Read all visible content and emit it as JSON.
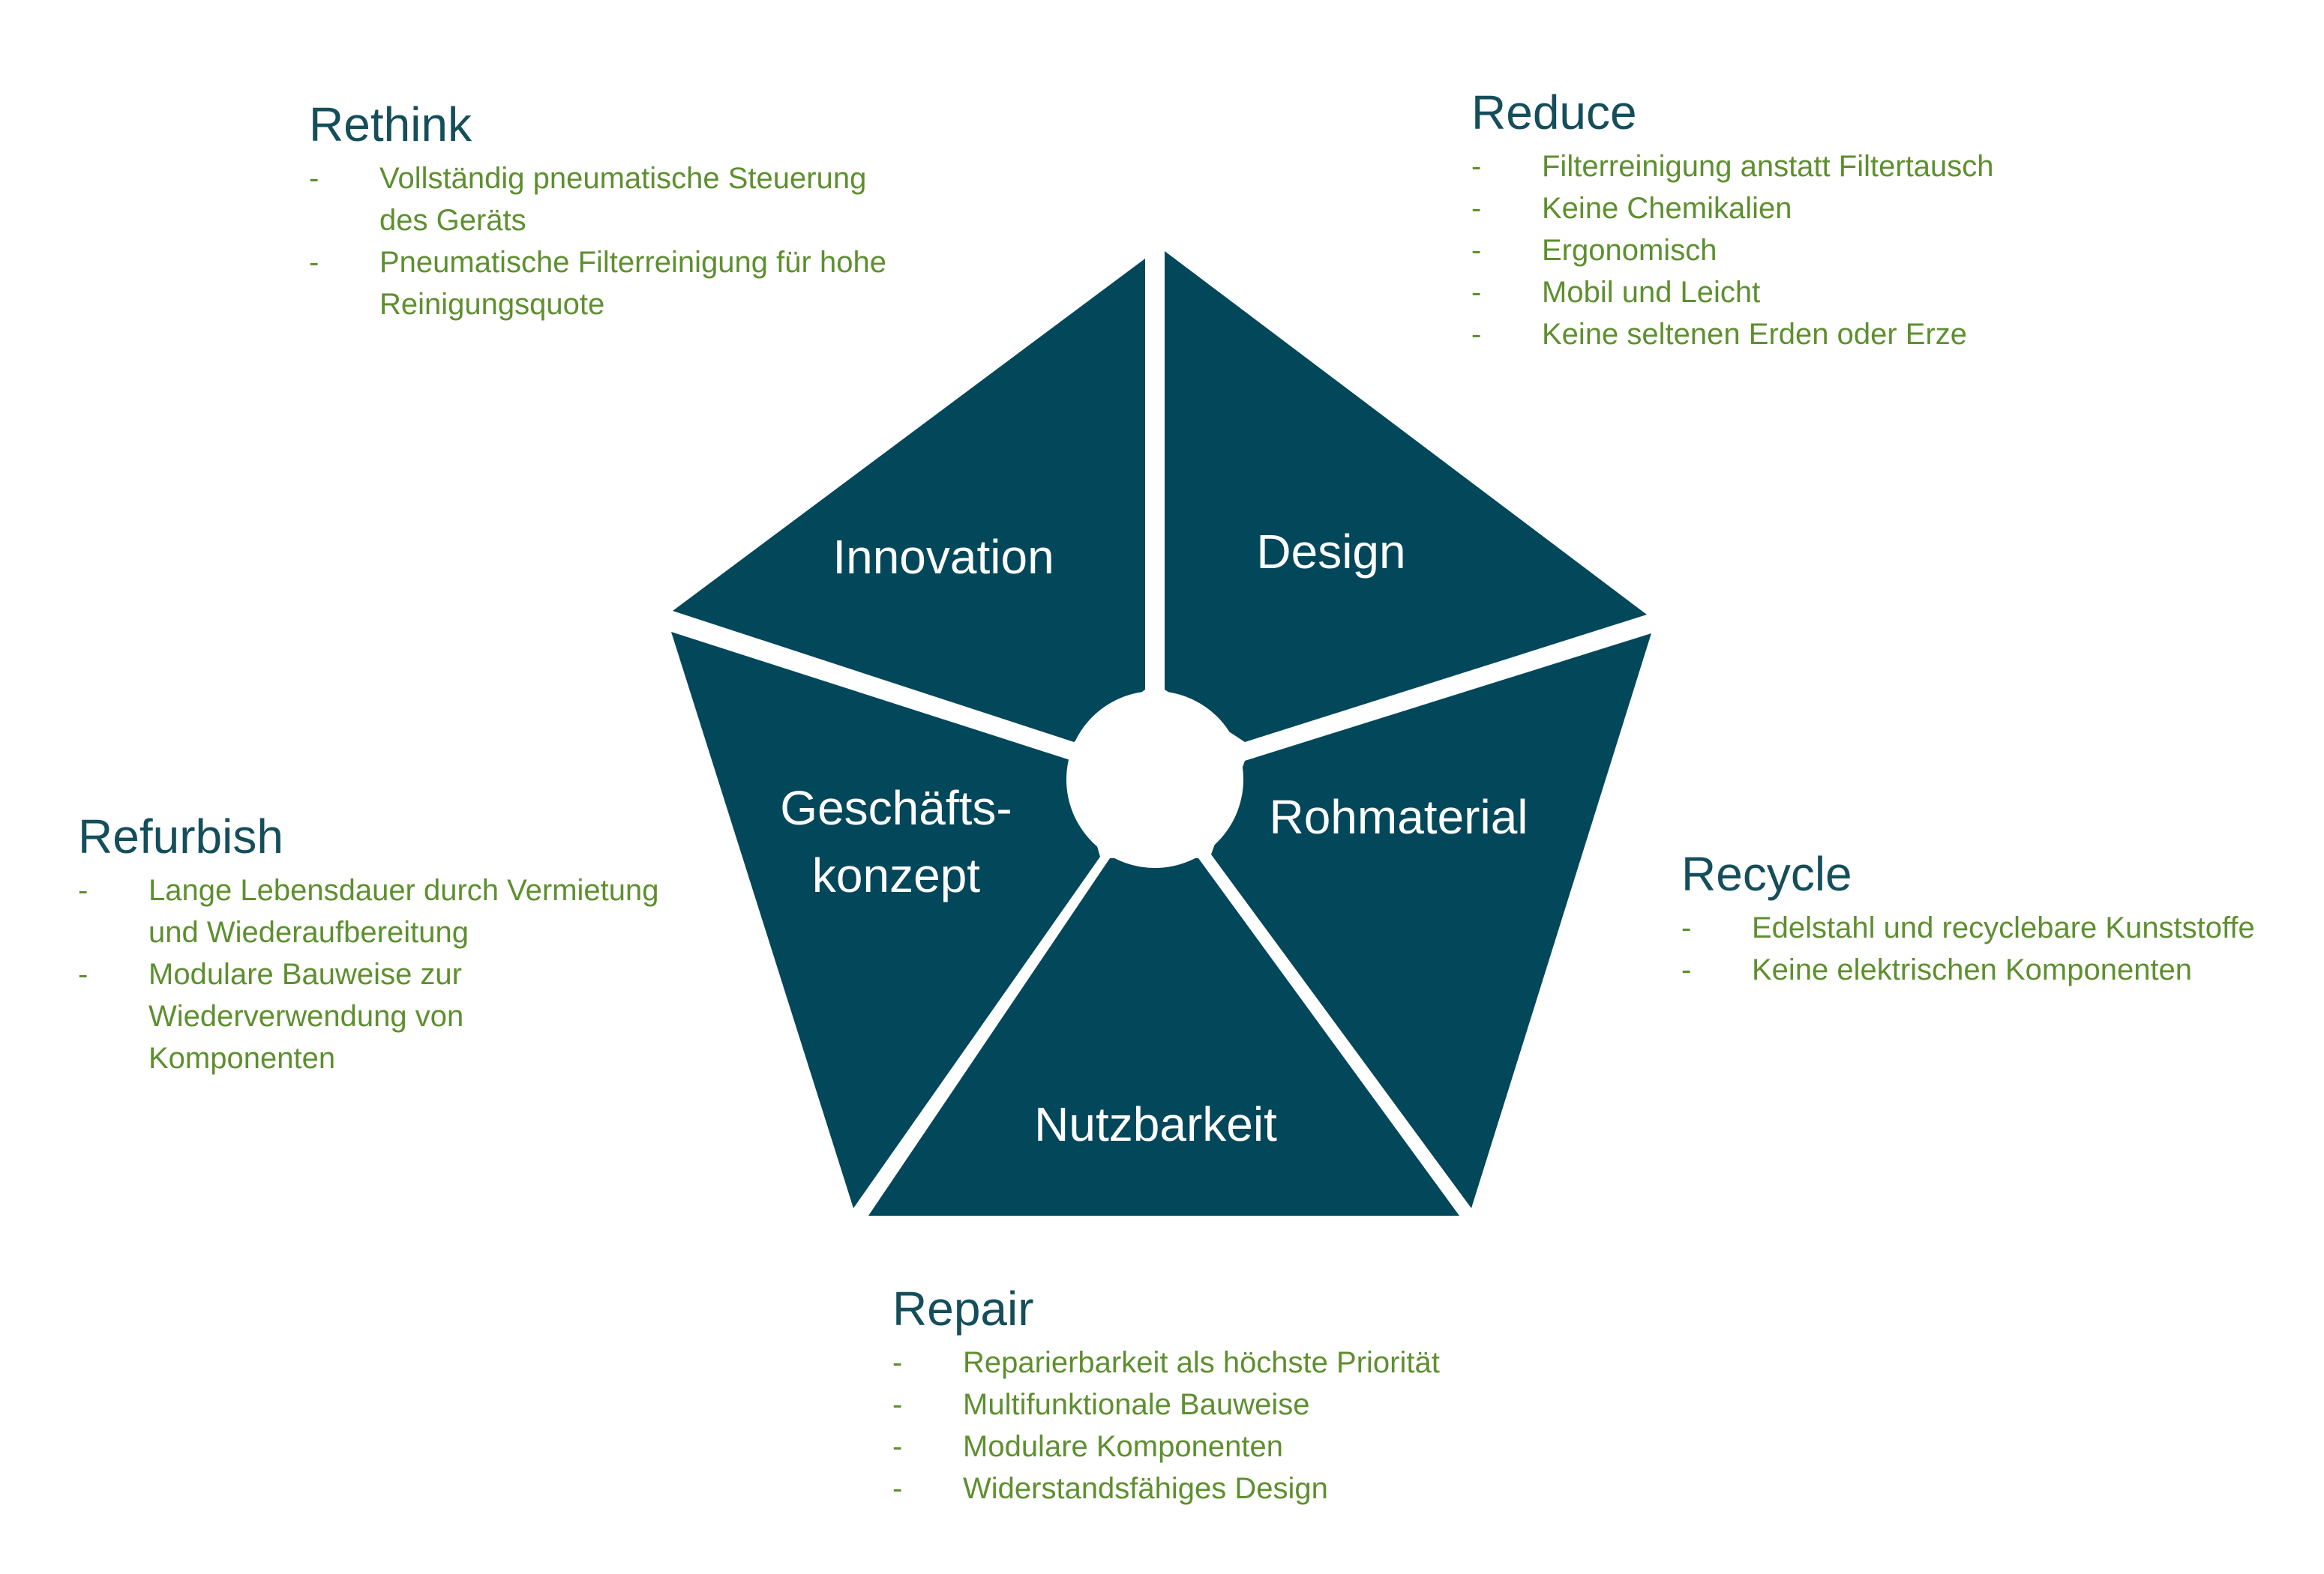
{
  "colors": {
    "segment_fill": "#03475a",
    "heading": "#154e5b",
    "bullet_text": "#5e8f2f",
    "segment_label": "#ffffff"
  },
  "segments": {
    "innovation": "Innovation",
    "design": "Design",
    "rohmaterial": "Rohmaterial",
    "nutzbarkeit": "Nutzbarkeit",
    "geschaeftskonzept_line1": "Geschäfts-",
    "geschaeftskonzept_line2": "konzept"
  },
  "bullet_marker": "-",
  "rethink": {
    "title": "Rethink",
    "items": [
      [
        "Vollständig pneumatische Steuerung",
        "des Geräts"
      ],
      [
        "Pneumatische Filterreinigung für hohe",
        "Reinigungsquote"
      ]
    ]
  },
  "reduce": {
    "title": "Reduce",
    "items": [
      [
        "Filterreinigung anstatt Filtertausch"
      ],
      [
        "Keine Chemikalien"
      ],
      [
        "Ergonomisch"
      ],
      [
        "Mobil und Leicht"
      ],
      [
        "Keine seltenen Erden oder Erze"
      ]
    ]
  },
  "refurbish": {
    "title": "Refurbish",
    "items": [
      [
        "Lange Lebensdauer durch Vermietung",
        "und Wiederaufbereitung"
      ],
      [
        "Modulare Bauweise zur",
        "Wiederverwendung von",
        "Komponenten"
      ]
    ]
  },
  "recycle": {
    "title": "Recycle",
    "items": [
      [
        "Edelstahl und recyclebare Kunststoffe"
      ],
      [
        "Keine elektrischen Komponenten"
      ]
    ]
  },
  "repair": {
    "title": "Repair",
    "items": [
      [
        "Reparierbarkeit als höchste Priorität"
      ],
      [
        "Multifunktionale Bauweise"
      ],
      [
        "Modulare Komponenten"
      ],
      [
        "Widerstandsfähiges Design"
      ]
    ]
  }
}
